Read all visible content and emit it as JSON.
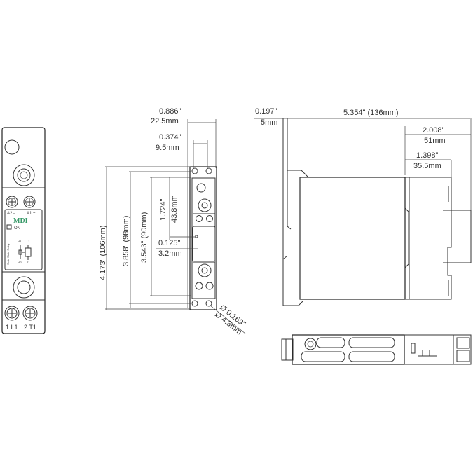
{
  "front_view": {
    "terminal_top_left": "A2 -",
    "terminal_top_right": "A1 +",
    "brand_logo": "MDI",
    "indicator_label": "ON",
    "side_caption": "Solid State Relay",
    "schematic_labels": [
      "A1",
      "L1",
      "A2",
      "T1"
    ],
    "terminal_bottom_left": "1 L1",
    "terminal_bottom_right": "2 T1",
    "logo_color": "#3a9a6a"
  },
  "dimensions": {
    "width_in": "0.886\"",
    "width_mm": "22.5mm",
    "rail_in": "0.374\"",
    "rail_mm": "9.5mm",
    "height_total": "4.173\" (106mm)",
    "height_mount": "3.858\" (98mm)",
    "height_body": "3.543\" (90mm)",
    "led_offset_in": "1.724\"",
    "led_offset_mm": "43.8mm",
    "led_inset_in": "0.125\"",
    "led_inset_mm": "3.2mm",
    "hole_in": "Ø 0.169\"",
    "hole_mm": "Ø 4.3mm",
    "clip_in": "0.197\"",
    "clip_mm": "5mm",
    "depth_total": "5.354\" (136mm)",
    "front_depth_in": "2.008\"",
    "front_depth_mm": "51mm",
    "step_depth_in": "1.398\"",
    "step_depth_mm": "35.5mm"
  }
}
